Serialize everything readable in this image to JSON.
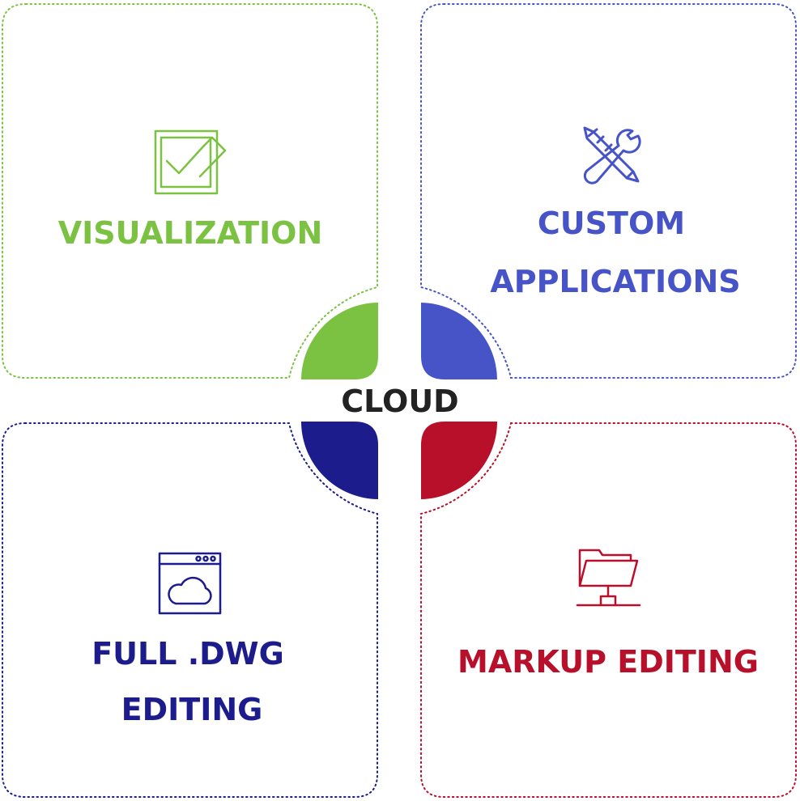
{
  "center": {
    "label": "CLOUD",
    "color": "#222222"
  },
  "quadrants": [
    {
      "id": "visualization",
      "lines": [
        "VISUALIZATION"
      ],
      "icon": "checkbox-icon",
      "color": "#7cc242"
    },
    {
      "id": "custom-applications",
      "lines": [
        "CUSTOM",
        "APPLICATIONS"
      ],
      "icon": "pencil-wrench-icon",
      "color": "#4654c8"
    },
    {
      "id": "full-dwg-editing",
      "lines": [
        "FULL .DWG",
        "EDITING"
      ],
      "icon": "browser-cloud-icon",
      "color": "#1c1c8c"
    },
    {
      "id": "markup-editing",
      "lines": [
        "MARKUP EDITING"
      ],
      "icon": "network-folder-icon",
      "color": "#b80f2a"
    }
  ]
}
